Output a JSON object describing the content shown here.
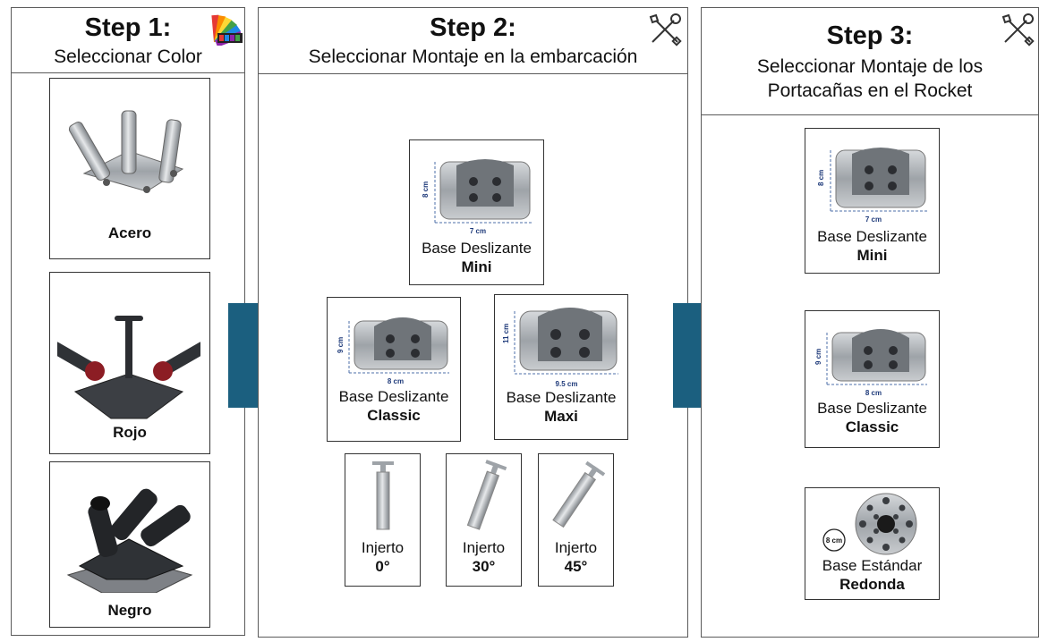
{
  "steps": [
    {
      "title": "Step 1:",
      "subtitle": "Seleccionar Color",
      "icon": "color-palette-icon",
      "colors": [
        {
          "name": "Acero",
          "image": "steel-rod-holder"
        },
        {
          "name": "Rojo",
          "image": "red-rod-holder"
        },
        {
          "name": "Negro",
          "image": "black-rod-holder"
        }
      ]
    },
    {
      "title": "Step 2:",
      "subtitle": "Seleccionar Montaje en la embarcación",
      "icon": "tools-icon",
      "bases": [
        {
          "line1": "Base Deslizante",
          "line2": "Mini",
          "height_label": "8 cm",
          "width_label": "7 cm"
        },
        {
          "line1": "Base Deslizante",
          "line2": "Classic",
          "height_label": "9 cm",
          "width_label": "8 cm"
        },
        {
          "line1": "Base Deslizante",
          "line2": "Maxi",
          "height_label": "11 cm",
          "width_label": "9.5 cm"
        }
      ],
      "grafts": [
        {
          "line1": "Injerto",
          "line2": "0°"
        },
        {
          "line1": "Injerto",
          "line2": "30°"
        },
        {
          "line1": "Injerto",
          "line2": "45°"
        }
      ]
    },
    {
      "title": "Step 3:",
      "subtitle_line1": "Seleccionar Montaje de los",
      "subtitle_line2": "Portacañas en el Rocket",
      "icon": "tools-icon",
      "mounts": [
        {
          "line1": "Base Deslizante",
          "line2": "Mini",
          "height_label": "8 cm",
          "width_label": "7 cm"
        },
        {
          "line1": "Base Deslizante",
          "line2": "Classic",
          "height_label": "9 cm",
          "width_label": "8 cm"
        },
        {
          "line1": "Base Estándar",
          "line2": "Redonda",
          "diameter_label": "8 cm"
        }
      ]
    }
  ],
  "colors": {
    "arrow": "#1b5f7f",
    "border": "#5a5a5a",
    "dimension": "#1e3a7a"
  }
}
